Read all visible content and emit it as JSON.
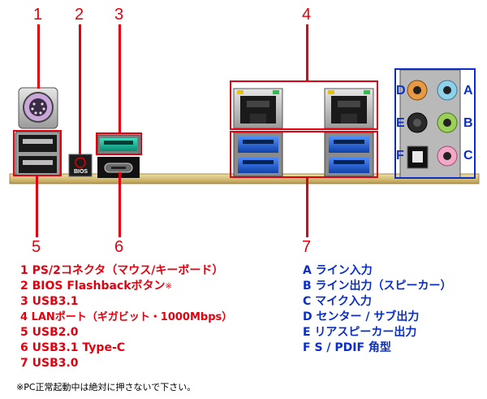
{
  "callouts": [
    "1",
    "2",
    "3",
    "4",
    "5",
    "6",
    "7"
  ],
  "bios_label": "BIOS",
  "audio_letters": [
    "D",
    "A",
    "E",
    "B",
    "F",
    "C"
  ],
  "legend_ports": [
    "1 PS/2コネクタ（マウス/キーボード）",
    "2 BIOS Flashbackボタン",
    "3 USB3.1",
    "4 LANポート（ギガビット・1000Mbps）",
    "5 USB2.0",
    "6 USB3.1 Type-C",
    "7 USB3.0"
  ],
  "legend_bios_mark": "※",
  "legend_audio": [
    "A ライン入力",
    "B ライン出力（スピーカー）",
    "C マイク入力",
    "D センター / サブ出力",
    "E リアスピーカー出力",
    "F S / PDIF 角型"
  ],
  "note": "※PC正常起動中は絶対に押さないで下さい。",
  "colors": {
    "callout_red": "#e3000f",
    "legend_blue": "#0b2ec8",
    "panel_gold": "#d8c27a",
    "usb3_blue": "#1d63d6",
    "usb31_teal": "#14b59c"
  }
}
